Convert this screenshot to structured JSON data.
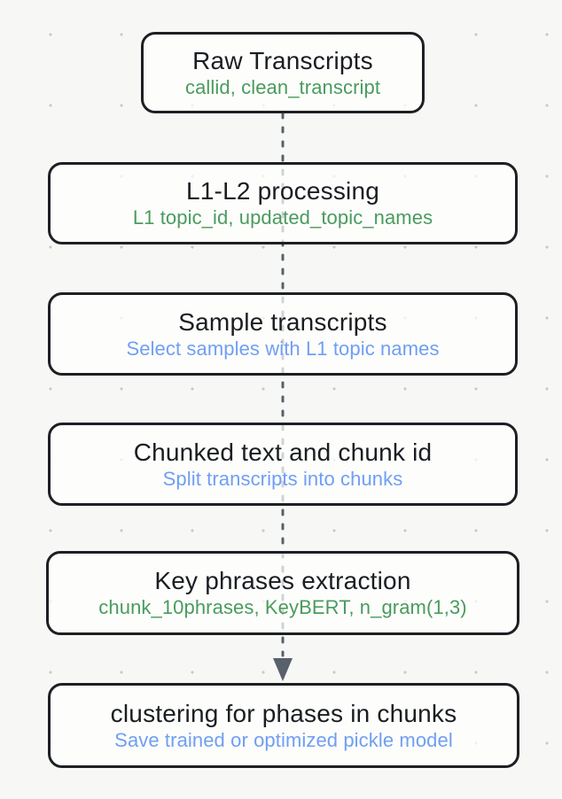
{
  "diagram": {
    "nodes": [
      {
        "title": "Raw Transcripts",
        "subtitle": "callid, clean_transcript",
        "subtitle_color": "green"
      },
      {
        "title": "L1-L2 processing",
        "subtitle": "L1 topic_id, updated_topic_names",
        "subtitle_color": "green"
      },
      {
        "title": "Sample transcripts",
        "subtitle": "Select samples with L1 topic names",
        "subtitle_color": "blue"
      },
      {
        "title": "Chunked text and chunk id",
        "subtitle": "Split transcripts into chunks",
        "subtitle_color": "blue"
      },
      {
        "title": "Key phrases extraction",
        "subtitle": "chunk_10phrases, KeyBERT, n_gram(1,3)",
        "subtitle_color": "green"
      },
      {
        "title": "clustering for phases in chunks",
        "subtitle": "Save trained or optimized pickle model",
        "subtitle_color": "blue"
      }
    ],
    "connector": {
      "style": "dashed",
      "direction": "down",
      "color": "#57606c"
    },
    "colors": {
      "background": "#f7f7f5",
      "grid_dot": "#c9c9c6",
      "node_border": "#1d2023",
      "node_fill": "#ffffff",
      "title_text": "#1a1d21",
      "subtitle_green": "#4a9b5e",
      "subtitle_blue": "#6f9ff3",
      "connector_gray": "#57606c"
    }
  }
}
